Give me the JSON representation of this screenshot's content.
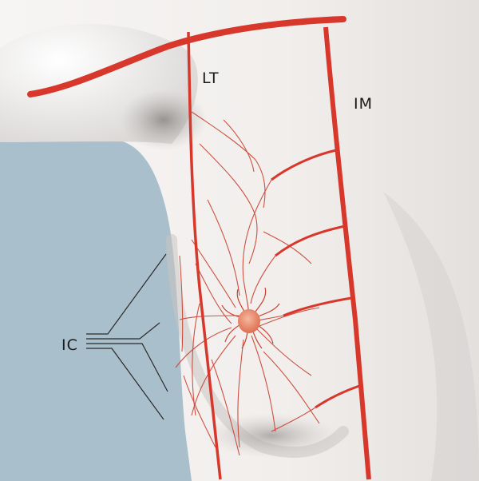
{
  "labels": {
    "lt": "LT",
    "im": "IM",
    "ic": "IC"
  },
  "colors": {
    "artery": "#d8382c",
    "artery_thin": "#c9402f",
    "skin": "#f4f1ef",
    "background": "#a9bfcb",
    "nipple": "#e8876a",
    "leader_line": "#2a2a2a"
  }
}
